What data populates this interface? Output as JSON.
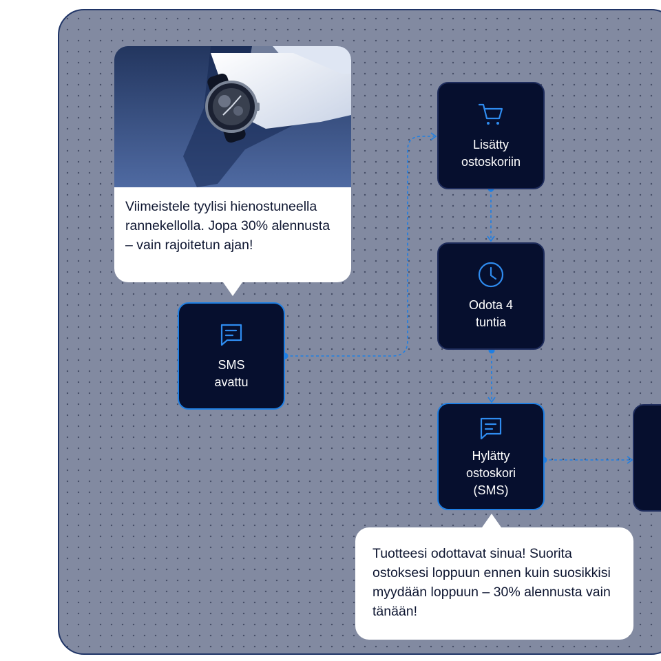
{
  "nodes": {
    "sms_opened": {
      "label_line1": "SMS",
      "label_line2": "avattu",
      "icon": "chat-icon"
    },
    "added_to_cart": {
      "label_line1": "Lisätty",
      "label_line2": "ostoskoriin",
      "icon": "cart-icon"
    },
    "wait": {
      "label_line1": "Odota 4",
      "label_line2": "tuntia",
      "icon": "clock-icon"
    },
    "abandoned_cart": {
      "label_line1": "Hylätty",
      "label_line2": "ostoskori",
      "label_line3": "(SMS)",
      "icon": "chat-icon"
    }
  },
  "bubbles": {
    "first": {
      "text": "Viimeistele tyylisi hienostuneella rannekellolla. Jopa 30% alennusta – vain rajoitetun ajan!",
      "image": "watch-photo"
    },
    "second": {
      "text": "Tuotteesi odottavat sinua! Suorita ostoksesi loppuun ennen kuin suosikkisi myydään loppuun – 30% alennusta vain tänään!"
    }
  },
  "colors": {
    "canvas": "#828aa1",
    "node": "#060f2e",
    "accent": "#1f7fe3",
    "bubble": "#ffffff",
    "text_dark": "#0d1530"
  }
}
